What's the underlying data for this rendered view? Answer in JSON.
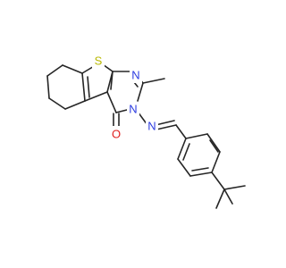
{
  "molecule": {
    "atoms": {
      "sulfur": "S",
      "n_ring": "N",
      "n_ring2": "N",
      "n_imine": "N",
      "oxygen": "O"
    },
    "colors": {
      "bond": "#262626",
      "nitrogen": "#2b3be0",
      "sulfur": "#b8b800",
      "oxygen": "#e02020",
      "background": "#ffffff"
    }
  }
}
